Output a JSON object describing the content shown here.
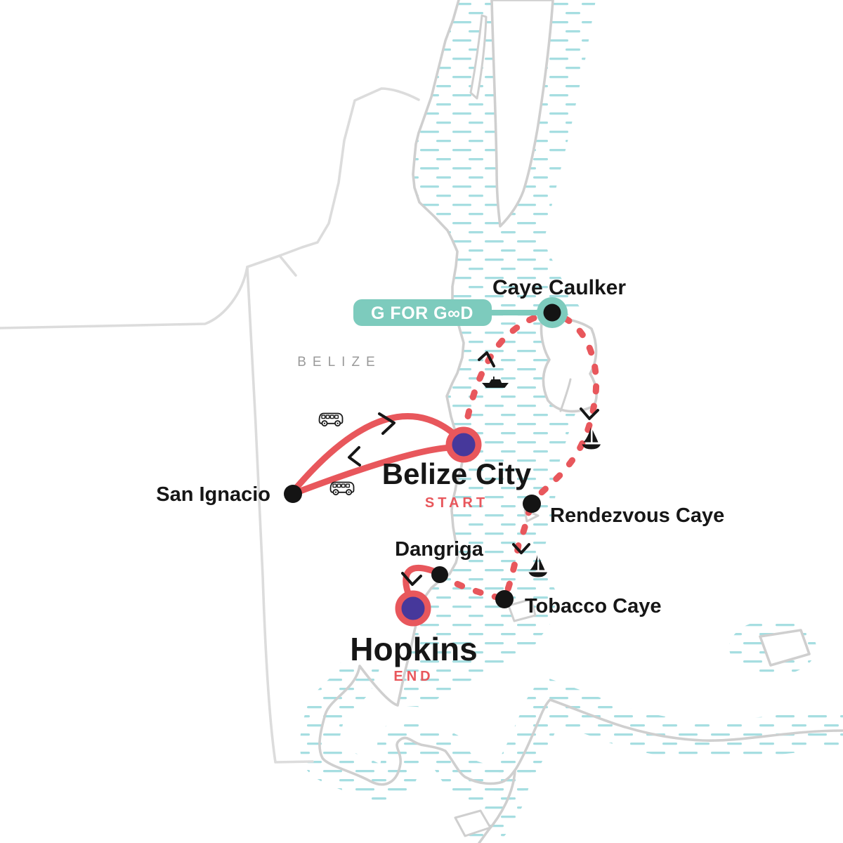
{
  "map_labels": {
    "country": "BELIZE",
    "badge": "G FOR G∞D",
    "caye_caulker": "Caye Caulker",
    "belize_city": "Belize City",
    "start": "START",
    "san_ignacio": "San Ignacio",
    "rendezvous_caye": "Rendezvous Caye",
    "dangriga": "Dangriga",
    "tobacco_caye": "Tobacco Caye",
    "hopkins": "Hopkins",
    "end": "END"
  },
  "itinerary": {
    "start_city": "Belize City",
    "end_city": "Hopkins",
    "stops": [
      "Belize City",
      "San Ignacio",
      "Caye Caulker",
      "Rendezvous Caye",
      "Tobacco Caye",
      "Dangriga",
      "Hopkins"
    ],
    "segments": [
      {
        "from": "Belize City",
        "to": "San Ignacio",
        "mode": "bus",
        "style": "solid"
      },
      {
        "from": "San Ignacio",
        "to": "Belize City",
        "mode": "bus",
        "style": "solid"
      },
      {
        "from": "Belize City",
        "to": "Caye Caulker",
        "mode": "motorboat",
        "style": "dashed"
      },
      {
        "from": "Caye Caulker",
        "to": "Rendezvous Caye",
        "mode": "sailboat",
        "style": "dashed"
      },
      {
        "from": "Rendezvous Caye",
        "to": "Tobacco Caye",
        "mode": "sailboat",
        "style": "dashed"
      },
      {
        "from": "Tobacco Caye",
        "to": "Dangriga",
        "mode": "boat",
        "style": "dashed"
      },
      {
        "from": "Dangriga",
        "to": "Hopkins",
        "mode": "transfer",
        "style": "solid"
      }
    ]
  },
  "colors": {
    "route_red": "#E8575C",
    "marker_purple": "#46389B",
    "badge_teal": "#7DCBBD",
    "water_hatch": "#A6DEE1",
    "coastline_gray": "#CFCFCF",
    "border_gray": "#DCDCDC",
    "label_black": "#161616",
    "country_gray": "#9A9A9A"
  },
  "icons": {
    "bus": "bus-icon",
    "motorboat": "motorboat-icon",
    "sailboat": "sailboat-icon",
    "arrow": "direction-arrow-icon"
  }
}
